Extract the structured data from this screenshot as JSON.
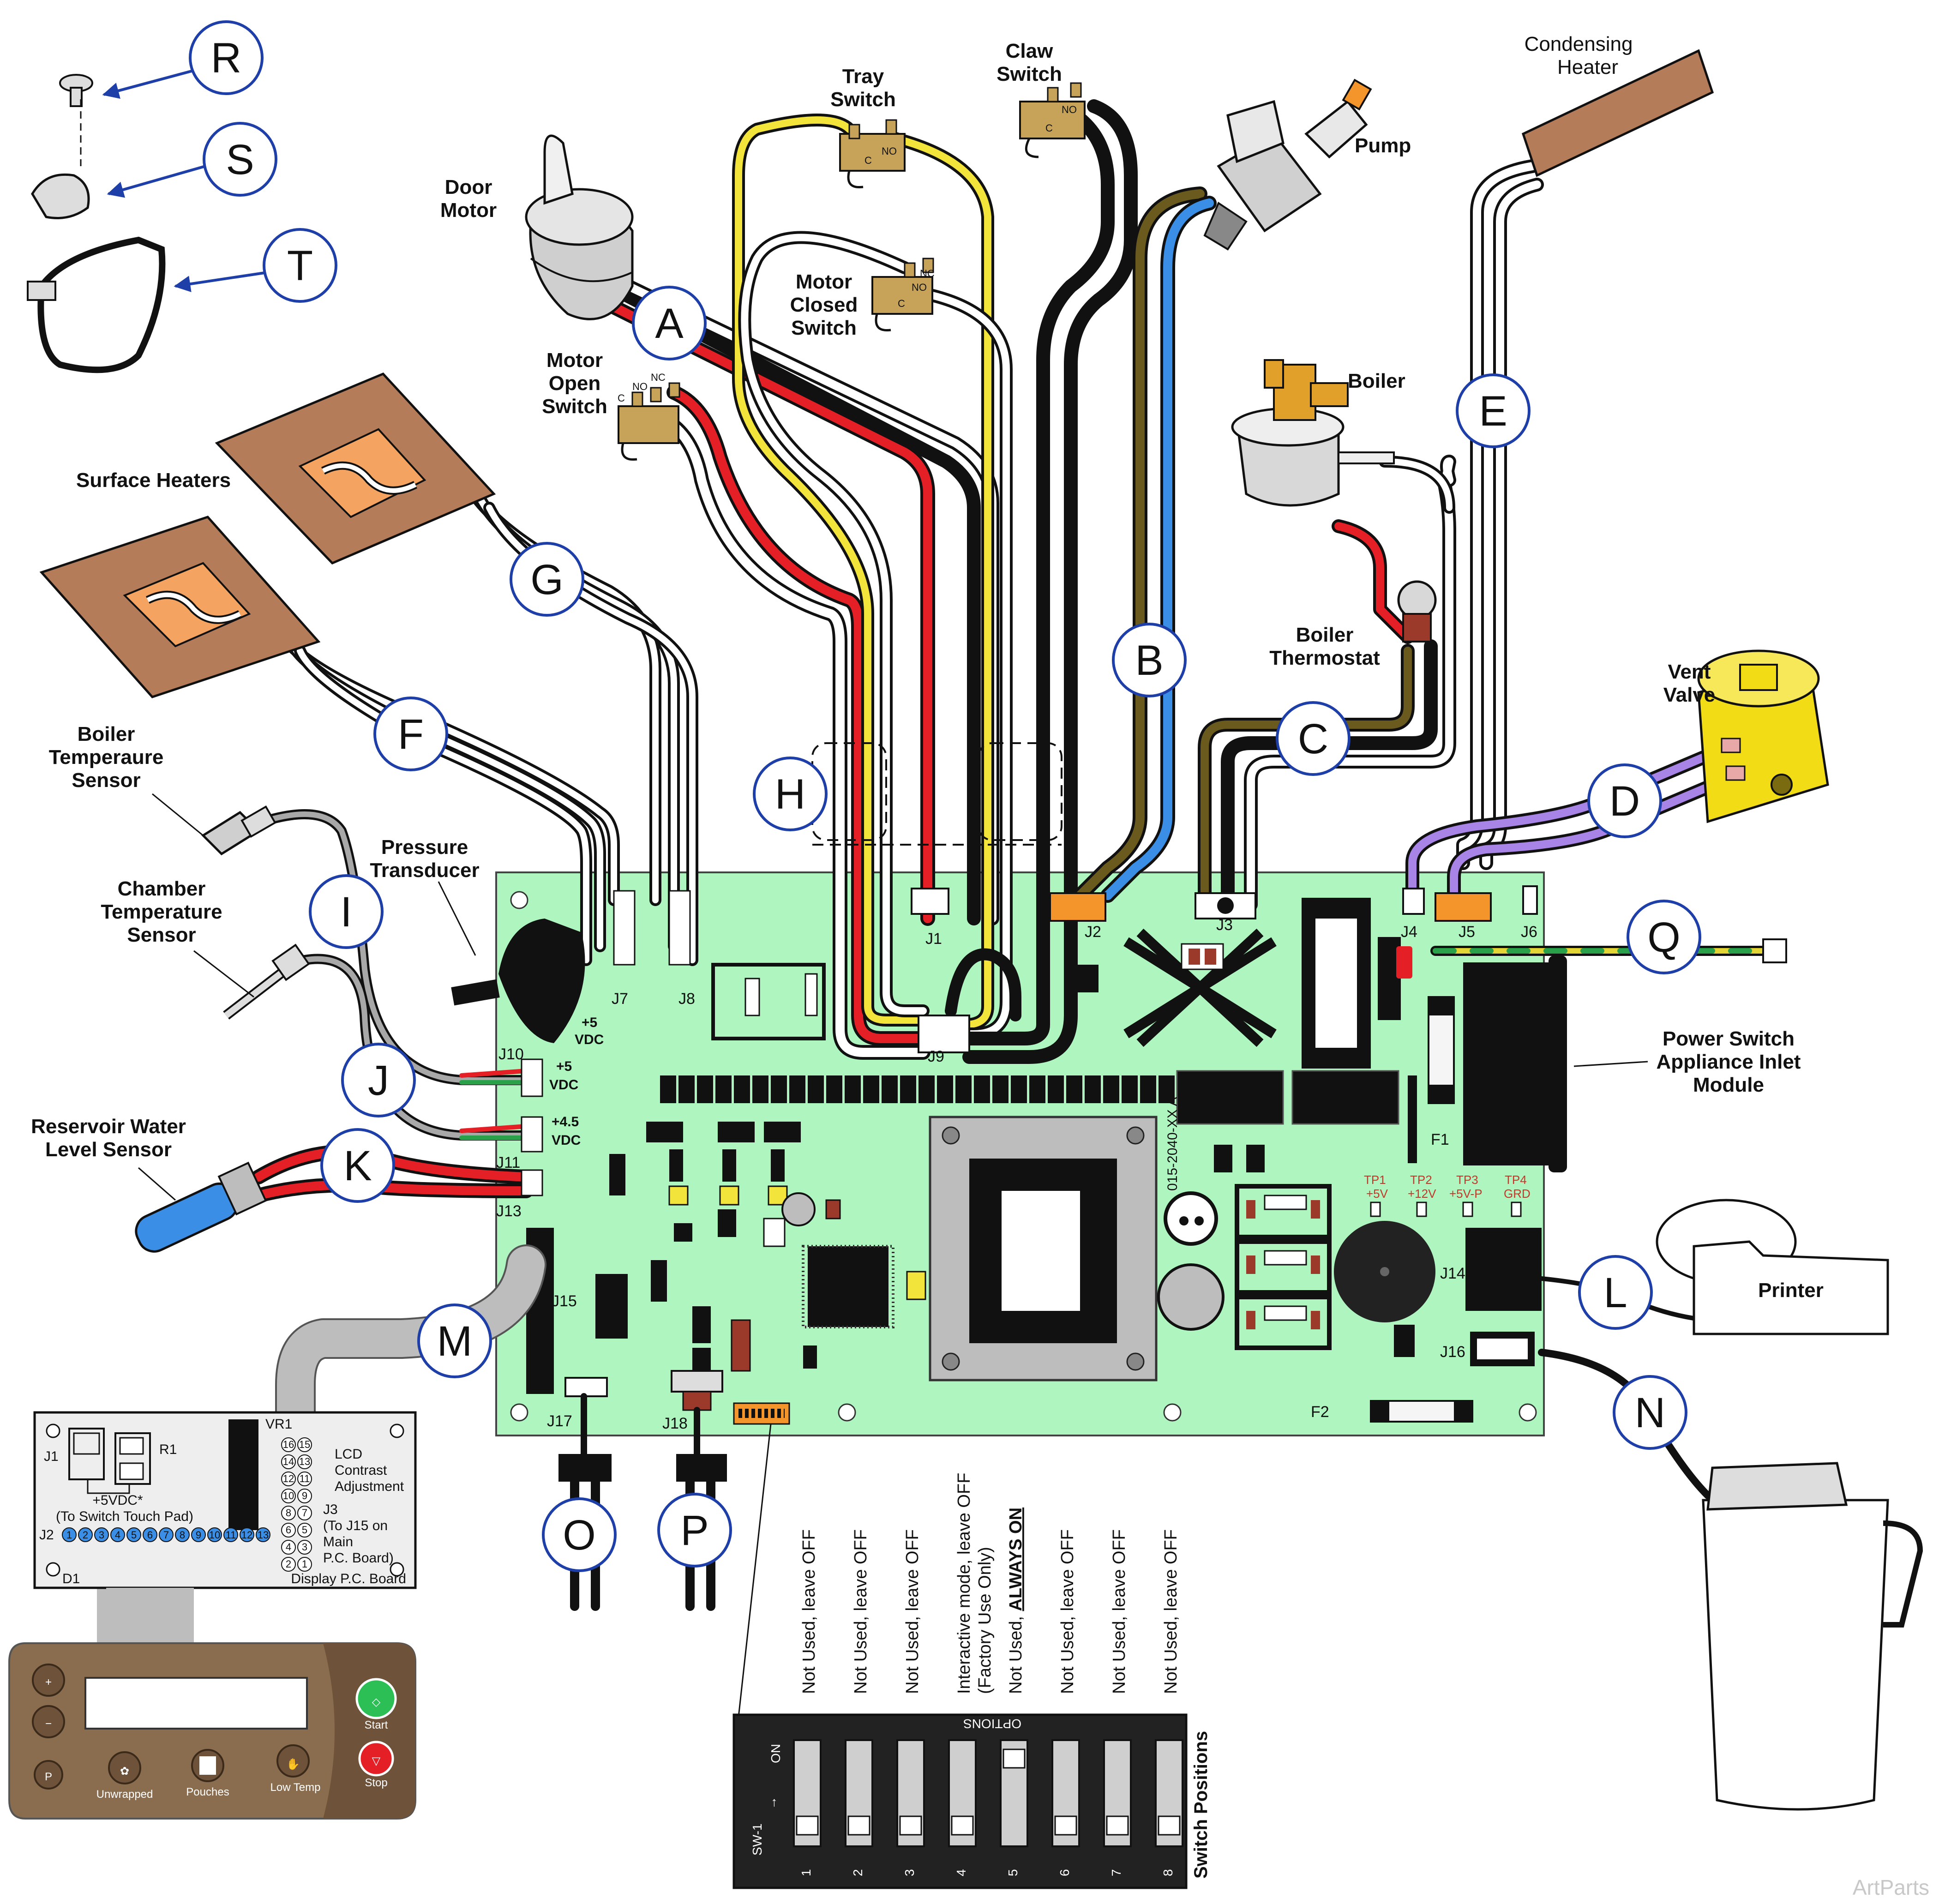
{
  "callouts": [
    "R",
    "S",
    "T",
    "A",
    "B",
    "C",
    "D",
    "E",
    "F",
    "G",
    "H",
    "I",
    "J",
    "K",
    "L",
    "M",
    "N",
    "O",
    "P",
    "Q"
  ],
  "components": {
    "tray_switch": "Tray Switch",
    "claw_switch": "Claw Switch",
    "condensing_heater": "Condensing Heater",
    "door_motor": "Door Motor",
    "pump": "Pump",
    "motor_closed_switch": "Motor Closed Switch",
    "motor_open_switch": "Motor Open Switch",
    "boiler": "Boiler",
    "surface_heaters": "Surface Heaters",
    "boiler_thermostat": "Boiler Thermostat",
    "vent_valve": "Vent Valve",
    "boiler_temp_sensor": "Boiler Temperaure Sensor",
    "pressure_transducer": "Pressure Transducer",
    "chamber_temp_sensor": "Chamber Temperature Sensor",
    "reservoir_sensor": "Reservoir Water Level Sensor",
    "power_switch": "Power Switch Appliance Inlet Module",
    "printer": "Printer"
  },
  "switch_terminals": {
    "c": "C",
    "no": "NO",
    "nc": "NC"
  },
  "connectors": [
    "J1",
    "J2",
    "J3",
    "J4",
    "J5",
    "J6",
    "J7",
    "J8",
    "J9",
    "J10",
    "J11",
    "J13",
    "J14",
    "J15",
    "J16",
    "J17",
    "J18",
    "F1",
    "F2"
  ],
  "voltages": {
    "j7": "+5 VDC",
    "j10": "+5 VDC",
    "j11": "+4.5 VDC"
  },
  "board_part_number": "015-2040-XX A",
  "test_points": [
    {
      "name": "TP1",
      "value": "+5V"
    },
    {
      "name": "TP2",
      "value": "+12V"
    },
    {
      "name": "TP3",
      "value": "+5V-P"
    },
    {
      "name": "TP4",
      "value": "GRD"
    }
  ],
  "display_board": {
    "title": "Display P.C. Board",
    "j1": "J1",
    "r1": "R1",
    "vr1": "VR1",
    "j2": "J2",
    "d1": "D1",
    "supply": "+5VDC*",
    "supply_note": "(To Switch Touch Pad)",
    "lcd": "LCD Contrast Adjustment",
    "j3": "J3",
    "j3_note": "(To J15 on Main P.C. Board)",
    "j2_pins": [
      "1",
      "2",
      "3",
      "4",
      "5",
      "6",
      "7",
      "8",
      "9",
      "10",
      "11",
      "12",
      "13"
    ],
    "j3_pins": [
      "16",
      "15",
      "14",
      "13",
      "12",
      "11",
      "10",
      "9",
      "8",
      "7",
      "6",
      "5",
      "4",
      "3",
      "2",
      "1"
    ]
  },
  "keypad": {
    "plus": "+",
    "minus": "−",
    "p": "P",
    "unwrapped": "Unwrapped",
    "pouches": "Pouches",
    "low_temp": "Low Temp",
    "start": "Start",
    "stop": "Stop"
  },
  "dip_switch": {
    "name": "SW-1",
    "on_label": "ON",
    "options_label": "OPTIONS",
    "positions_title": "Switch Positions",
    "numbers": [
      "1",
      "2",
      "3",
      "4",
      "5",
      "6",
      "7",
      "8"
    ],
    "states": [
      "off",
      "off",
      "off",
      "off",
      "on",
      "off",
      "off",
      "off"
    ],
    "descriptions": [
      [
        "Not Used, leave OFF"
      ],
      [
        "Not Used, leave OFF"
      ],
      [
        "Not Used, leave OFF"
      ],
      [
        "Interactive mode, leave OFF",
        "(Factory Use Only)"
      ],
      [
        "Not Used, ",
        "ALWAYS ON"
      ],
      [
        "Not Used, leave OFF"
      ],
      [
        "Not Used, leave OFF"
      ],
      [
        "Not Used, leave OFF"
      ]
    ]
  },
  "watermark": "ArtParts",
  "colors": {
    "board": "#aef5c0",
    "red": "#e41f26",
    "yellow": "#f3e43b",
    "black": "#111111",
    "white": "#ffffff",
    "blue": "#3a8ee6",
    "brown": "#6b5a1e",
    "purple": "#a884e6",
    "grey": "#a8a8a8",
    "heater": "#b57c5a",
    "vent_valve": "#f2dc16",
    "orange_connector": "#f4952c",
    "keypad": "#8a6d4e"
  }
}
